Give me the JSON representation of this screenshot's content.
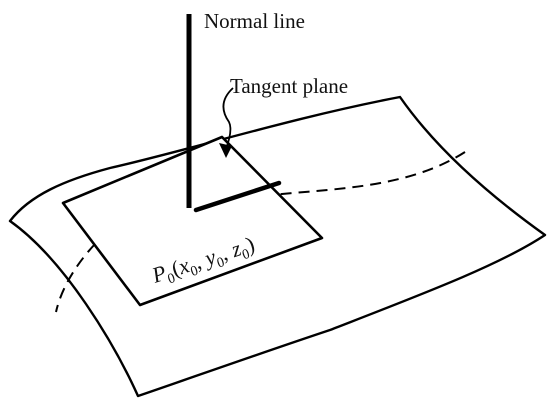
{
  "labels": {
    "normal_line": "Normal line",
    "tangent_plane": "Tangent plane",
    "point": {
      "P": "P",
      "P_sub": "0",
      "open": "(",
      "x": "x",
      "x_sub": "0",
      "sep1": ", ",
      "y": "y",
      "y_sub": "0",
      "sep2": ", ",
      "z": "z",
      "z_sub": "0",
      "close": ")"
    }
  },
  "colors": {
    "stroke": "#000000",
    "background": "#ffffff"
  }
}
